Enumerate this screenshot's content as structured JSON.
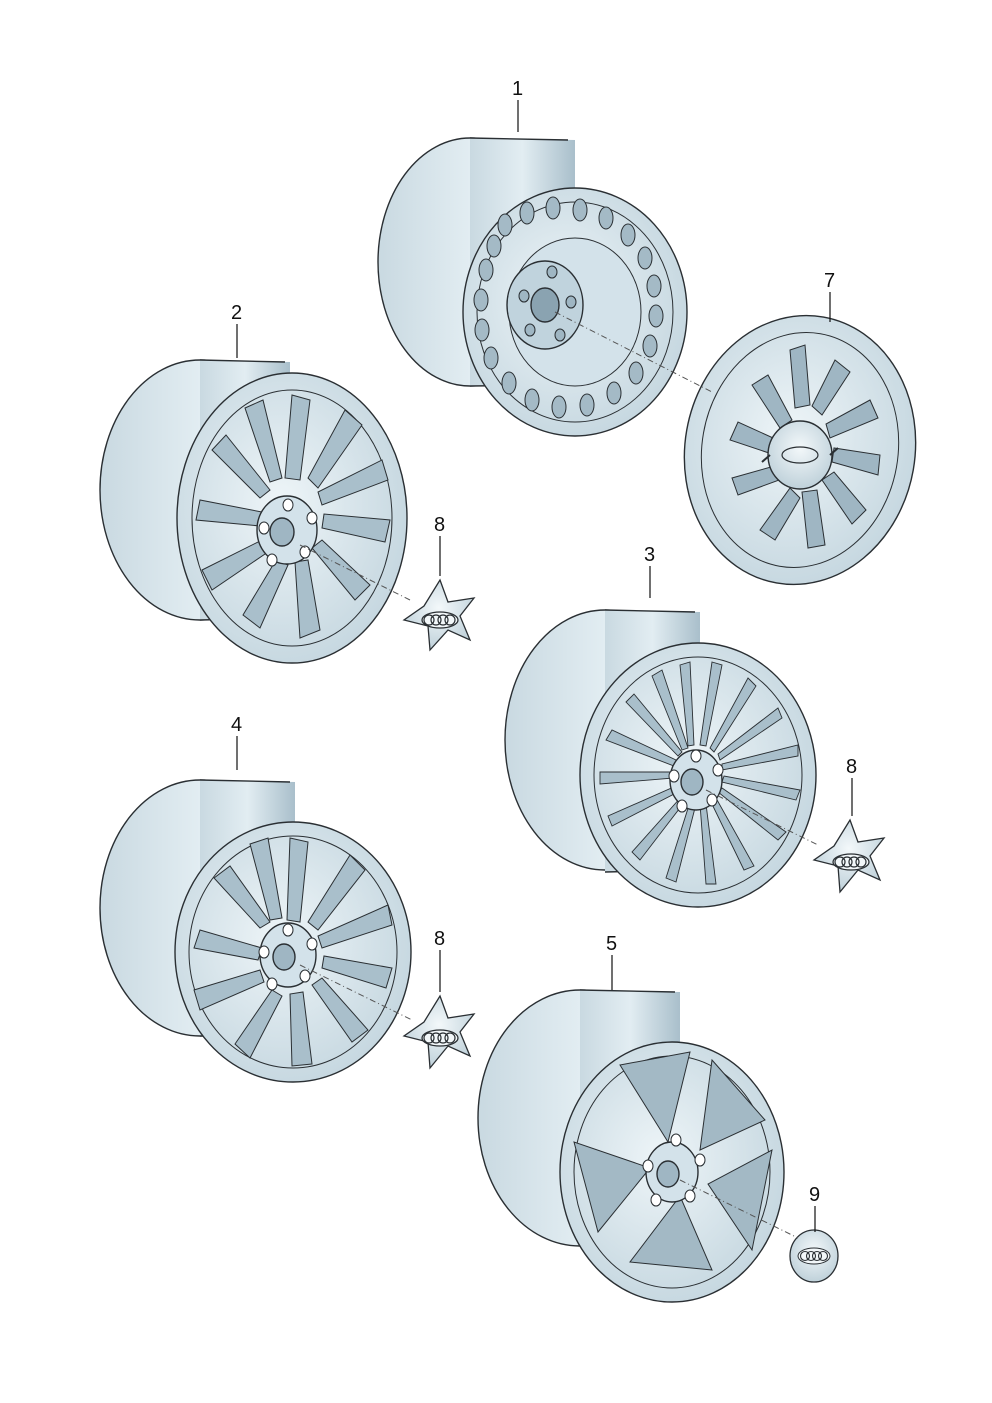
{
  "callouts": [
    {
      "id": "part-1",
      "label": "1"
    },
    {
      "id": "part-2",
      "label": "2"
    },
    {
      "id": "part-3",
      "label": "3"
    },
    {
      "id": "part-4",
      "label": "4"
    },
    {
      "id": "part-5",
      "label": "5"
    },
    {
      "id": "part-7",
      "label": "7"
    },
    {
      "id": "part-8a",
      "label": "8"
    },
    {
      "id": "part-8b",
      "label": "8"
    },
    {
      "id": "part-8c",
      "label": "8"
    },
    {
      "id": "part-9",
      "label": "9"
    }
  ],
  "colors": {
    "rim_light": "#ddeaf0",
    "rim_mid": "#b9ccd6",
    "rim_dark": "#7f99a8",
    "outline": "#2a2f33",
    "hole": "#a4bac6"
  }
}
